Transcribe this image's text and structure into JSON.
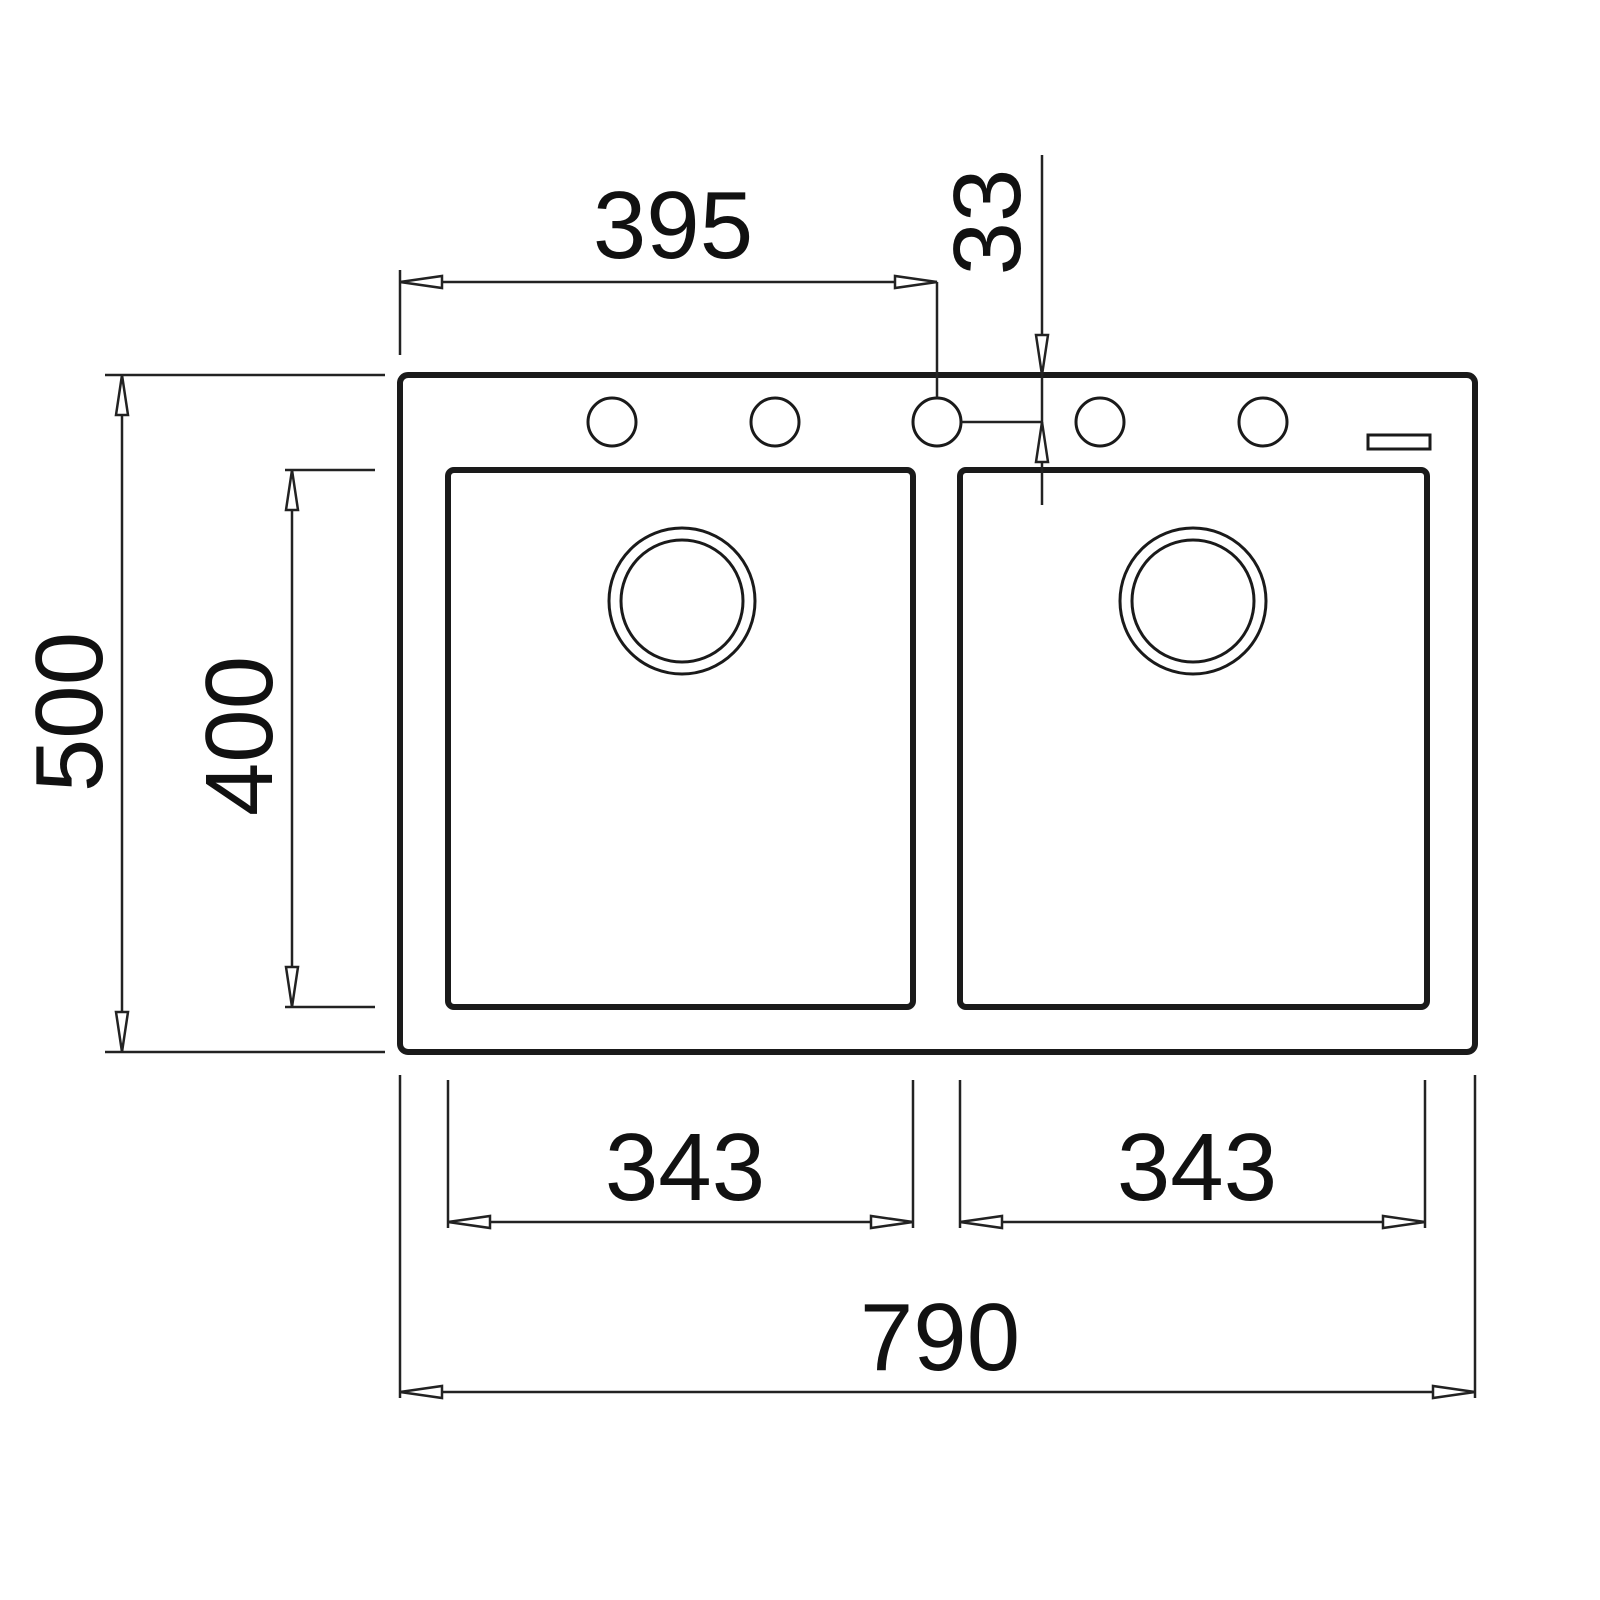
{
  "dimensions": {
    "hole_offset": "395",
    "hole_edge_distance": "33",
    "overall_depth": "500",
    "bowl_depth": "400",
    "left_bowl_width": "343",
    "right_bowl_width": "343",
    "overall_width": "790"
  },
  "colors": {
    "line": "#1a1a1a",
    "background": "#ffffff"
  }
}
